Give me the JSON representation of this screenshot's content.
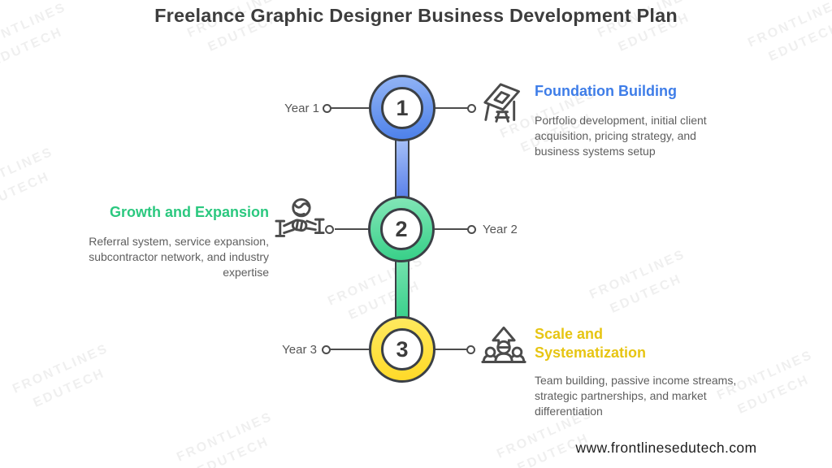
{
  "title": "Freelance Graphic Designer Business Development Plan",
  "watermark": {
    "text": "FRONTLINES\nEDUTECH"
  },
  "timeline": {
    "milestones": [
      {
        "number": "1",
        "year_label": "Year 1",
        "heading": "Foundation Building",
        "description": "Portfolio development, initial client acquisition, pricing strategy, and business systems setup",
        "icon": "drafting-table-icon",
        "accent_color": "#5b8def",
        "heading_color": "#3e7de8"
      },
      {
        "number": "2",
        "year_label": "Year 2",
        "heading": "Growth and Expansion",
        "description": "Referral system, service expansion, subcontractor network, and industry expertise",
        "icon": "handshake-globe-icon",
        "accent_color": "#45d48e",
        "heading_color": "#2bc87f"
      },
      {
        "number": "3",
        "year_label": "Year 3",
        "heading": "Scale and Systematization",
        "description": "Team building, passive income streams, strategic partnerships, and market differentiation",
        "icon": "team-growth-icon",
        "accent_color": "#ffe13c",
        "heading_color": "#e7c513"
      }
    ]
  },
  "footer": {
    "website": "www.frontlinesedutech.com"
  }
}
